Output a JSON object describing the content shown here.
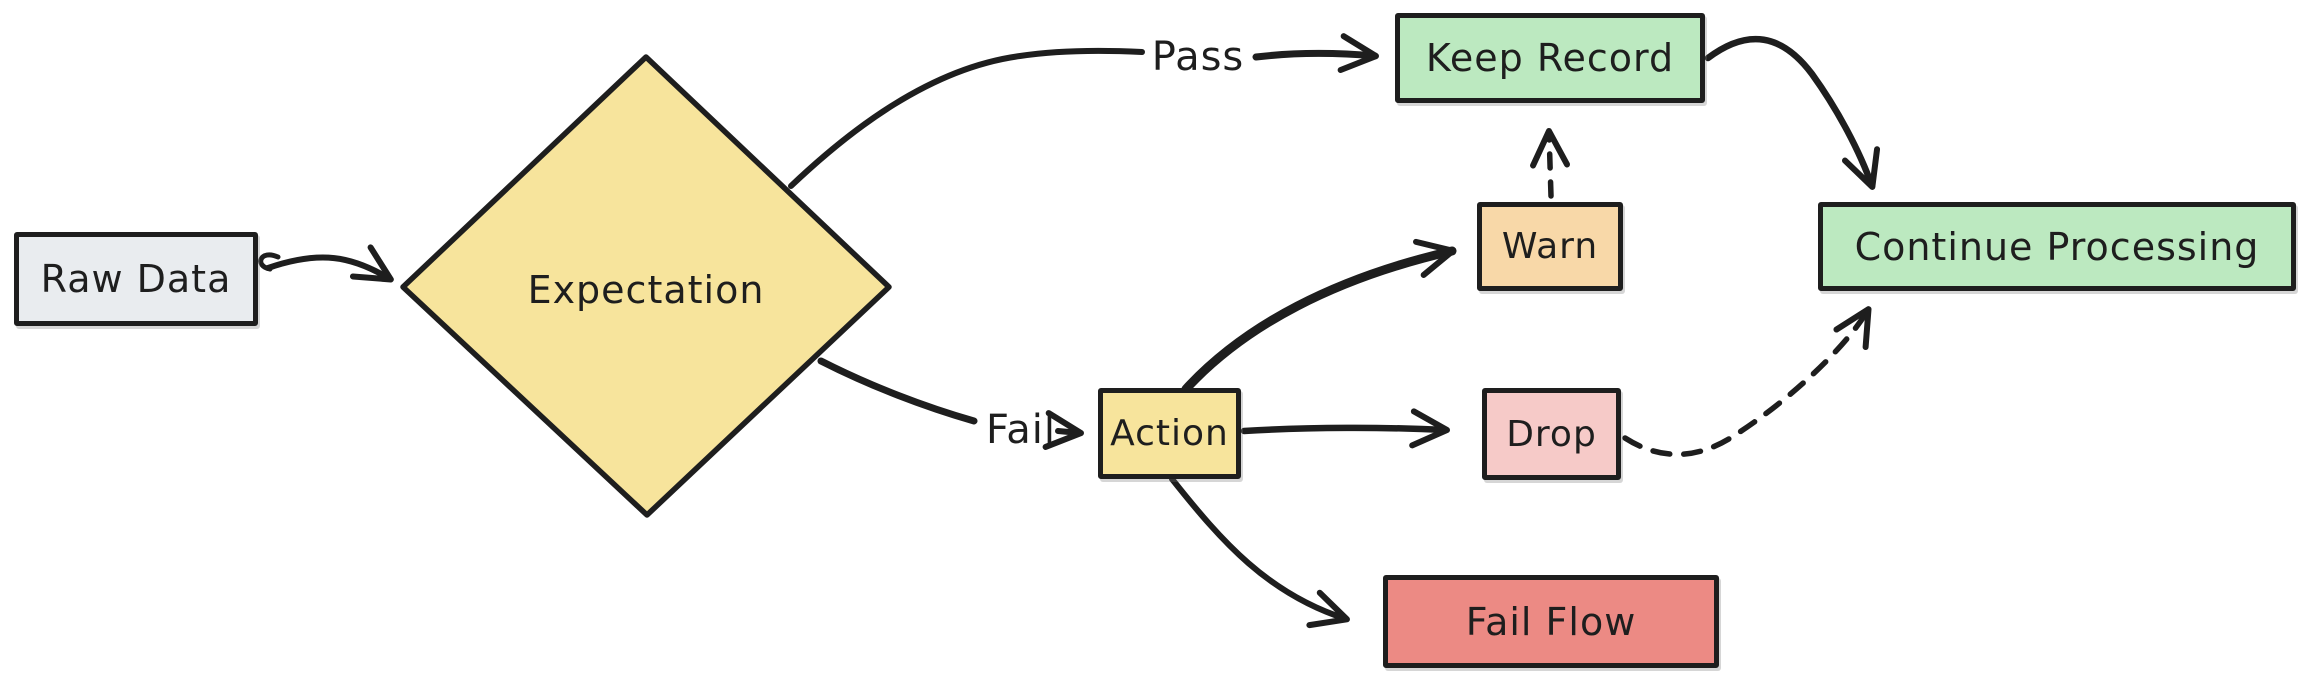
{
  "diagram": {
    "background": "#ffffff",
    "stroke_color": "#1e1e1e",
    "nodes": {
      "raw_data": {
        "label": "Raw Data",
        "shape": "rectangle",
        "fill": "#e9ecef"
      },
      "expectation": {
        "label": "Expectation",
        "shape": "diamond",
        "fill": "#f7e49c"
      },
      "keep_record": {
        "label": "Keep Record",
        "shape": "rectangle",
        "fill": "#bce9c0"
      },
      "warn": {
        "label": "Warn",
        "shape": "rectangle",
        "fill": "#f8d8a8"
      },
      "action": {
        "label": "Action",
        "shape": "rectangle",
        "fill": "#f7e49c"
      },
      "drop": {
        "label": "Drop",
        "shape": "rectangle",
        "fill": "#f6cac8"
      },
      "fail_flow": {
        "label": "Fail Flow",
        "shape": "rectangle",
        "fill": "#ec8a84"
      },
      "continue_processing": {
        "label": "Continue Processing",
        "shape": "rectangle",
        "fill": "#bce9c0"
      }
    },
    "edge_labels": {
      "pass": "Pass",
      "fail": "Fail"
    },
    "edges": [
      {
        "from": "raw_data",
        "to": "expectation",
        "style": "solid",
        "label": ""
      },
      {
        "from": "expectation",
        "to": "keep_record",
        "style": "solid",
        "label": "Pass"
      },
      {
        "from": "expectation",
        "to": "action",
        "style": "solid",
        "label": "Fail"
      },
      {
        "from": "keep_record",
        "to": "continue_processing",
        "style": "solid",
        "label": ""
      },
      {
        "from": "action",
        "to": "warn",
        "style": "solid",
        "label": ""
      },
      {
        "from": "action",
        "to": "drop",
        "style": "solid",
        "label": ""
      },
      {
        "from": "action",
        "to": "fail_flow",
        "style": "solid",
        "label": ""
      },
      {
        "from": "warn",
        "to": "keep_record",
        "style": "dashed",
        "label": ""
      },
      {
        "from": "drop",
        "to": "continue_processing",
        "style": "dashed",
        "label": ""
      }
    ]
  }
}
